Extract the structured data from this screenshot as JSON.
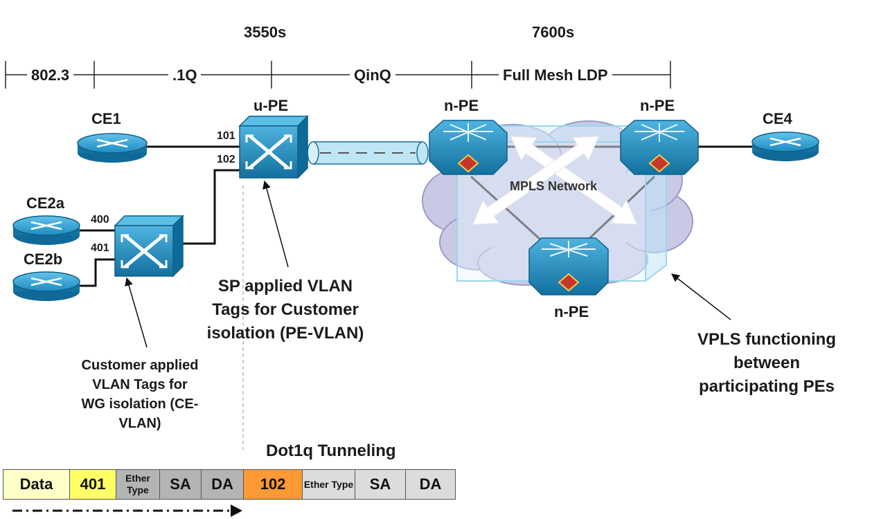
{
  "headers": {
    "left_group": "3550s",
    "right_group": "7600s"
  },
  "segments": {
    "s1": "802.3",
    "s2": ".1Q",
    "s3": "QinQ",
    "s4": "Full Mesh LDP"
  },
  "devices": {
    "ce1": "CE1",
    "upe": "u-PE",
    "npe_left": "n-PE",
    "npe_right": "n-PE",
    "ce4": "CE4",
    "ce2a": "CE2a",
    "ce2b": "CE2b",
    "npe_bottom": "n-PE"
  },
  "ports": {
    "p101": "101",
    "p102": "102",
    "p400": "400",
    "p401": "401"
  },
  "cloud_label": "MPLS Network",
  "annotations": {
    "sp_tags": [
      "SP applied VLAN",
      "Tags for Customer",
      "isolation (PE-VLAN)"
    ],
    "customer_tags": [
      "Customer applied",
      "VLAN Tags for",
      "WG isolation (CE-",
      "VLAN)"
    ],
    "vpls": [
      "VPLS functioning",
      "between",
      "participating PEs"
    ]
  },
  "frame": {
    "title": "Dot1q Tunneling",
    "cells": [
      {
        "text": "Data",
        "color": "#ffffc8"
      },
      {
        "text": "401",
        "color": "#ffff66"
      },
      {
        "text": "Ether Type",
        "color": "#b4b4b4"
      },
      {
        "text": "SA",
        "color": "#b4b4b4"
      },
      {
        "text": "DA",
        "color": "#b4b4b4"
      },
      {
        "text": "102",
        "color": "#ff9933"
      },
      {
        "text": "Ether Type",
        "color": "#dcdcdc"
      },
      {
        "text": "SA",
        "color": "#dcdcdc"
      },
      {
        "text": "DA",
        "color": "#dcdcdc"
      }
    ]
  },
  "colors": {
    "device_blue": "#1e8fc4",
    "device_dark": "#0d5f8c",
    "tunnel": "#bfe6f6",
    "cloud": "#c9c9e6",
    "vpls_box": "#a8dff5"
  }
}
